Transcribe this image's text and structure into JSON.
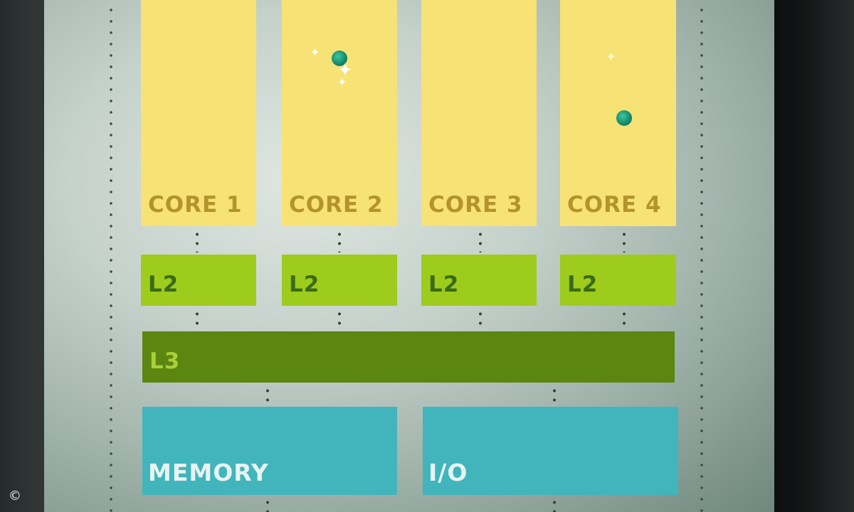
{
  "diagram": {
    "cores": [
      {
        "label": "CORE 1"
      },
      {
        "label": "CORE 2"
      },
      {
        "label": "CORE 3"
      },
      {
        "label": "CORE 4"
      }
    ],
    "l2": [
      {
        "label": "L2"
      },
      {
        "label": "L2"
      },
      {
        "label": "L2"
      },
      {
        "label": "L2"
      }
    ],
    "l3": {
      "label": "L3"
    },
    "memory": {
      "label": "MEMORY"
    },
    "io": {
      "label": "I/O"
    }
  },
  "colors": {
    "core": "#f7e275",
    "l2": "#9dcc1c",
    "l3": "#5b8610",
    "memory_io": "#41b5bb",
    "thread_dot": "#12876a"
  },
  "footer": {
    "copyright": "©"
  }
}
